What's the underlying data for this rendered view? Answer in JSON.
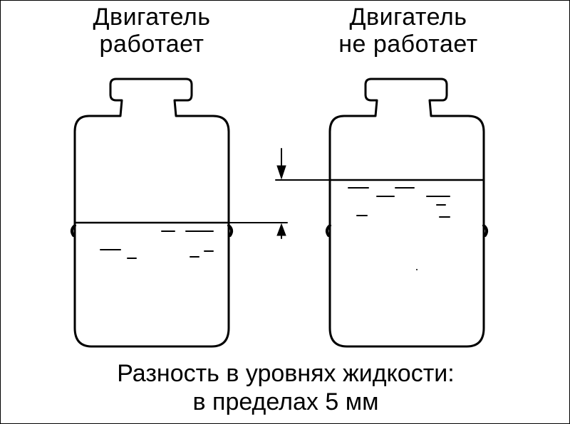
{
  "left_label": {
    "line1": "Двигатель",
    "line2": "работает"
  },
  "right_label": {
    "line1": "Двигатель",
    "line2": "не работает"
  },
  "caption": {
    "line1": "Разность в уровнях жидкости:",
    "line2": "в пределах 5 мм"
  },
  "colors": {
    "ink": "#000000",
    "background": "#ffffff"
  }
}
